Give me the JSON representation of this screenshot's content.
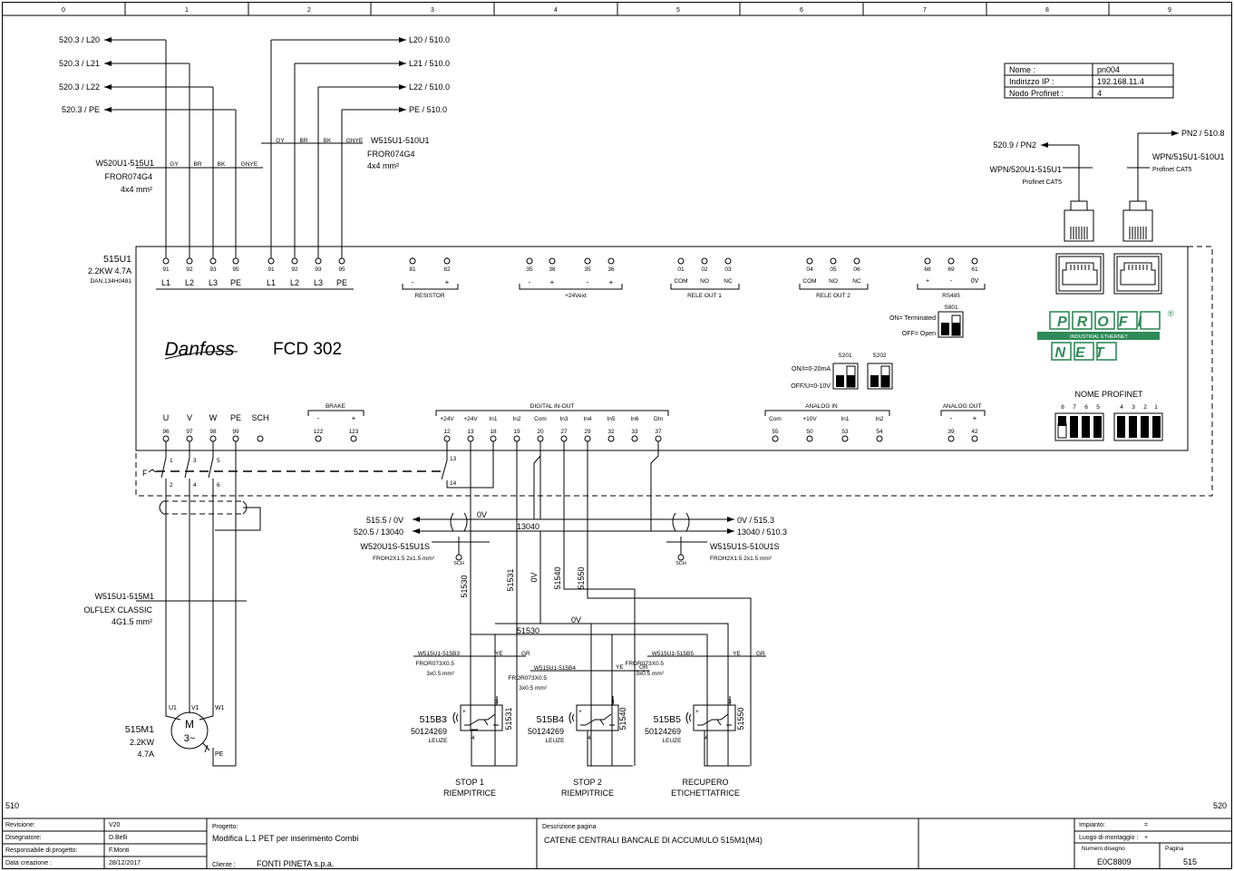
{
  "grid": {
    "columns": [
      "0",
      "1",
      "2",
      "3",
      "4",
      "5",
      "6",
      "7",
      "8",
      "9"
    ]
  },
  "supply": {
    "left_labels": [
      "520.3 / L20",
      "520.3 / L21",
      "520.3 / L22",
      "520.3 / PE"
    ],
    "right_labels": [
      "L20 / 510.0",
      "L21 / 510.0",
      "L22 / 510.0",
      "PE / 510.0"
    ],
    "cable_left": {
      "name": "W520U1-515U1",
      "type": "FROR074G4",
      "section": "4x4 mm²"
    },
    "cable_right": {
      "name": "W515U1-510U1",
      "type": "FROR074G4",
      "section": "4x4 mm²"
    },
    "cores": [
      "GY",
      "BR",
      "BK",
      "GNYE"
    ]
  },
  "info_table": {
    "rows": [
      {
        "label": "Nome :",
        "value": "pn004"
      },
      {
        "label": "Indirizzo IP :",
        "value": "192.168.11.4"
      },
      {
        "label": "Nodo Profinet :",
        "value": "4"
      }
    ]
  },
  "network": {
    "pn2_left": "520.9 / PN2",
    "pn2_right": "PN2 / 510.8",
    "cable_left": "WPN/520U1-515U1",
    "cable_right": "WPN/515U1-510U1",
    "cable_type": "Profinet CAT5"
  },
  "drive": {
    "tag": "515U1",
    "rating": "2.2KW 4.7A",
    "code": "DAN.134H0481",
    "brand": "Danfoss",
    "model": "FCD 302",
    "top_terms": [
      "91",
      "92",
      "93",
      "95",
      "91",
      "92",
      "93",
      "95"
    ],
    "top_names": [
      "L1",
      "L2",
      "L3",
      "PE",
      "L1",
      "L2",
      "L3",
      "PE"
    ],
    "resistor": {
      "nums": [
        "81",
        "82"
      ],
      "signs": [
        "-",
        "+"
      ],
      "label": "RESISTOR"
    },
    "vext": {
      "nums": [
        "35",
        "36",
        "35",
        "36"
      ],
      "signs": [
        "-",
        "+",
        "-",
        "+"
      ],
      "label": "+24Vext"
    },
    "rele1": {
      "nums": [
        "01",
        "02",
        "03"
      ],
      "names": [
        "COM",
        "NO",
        "NC"
      ],
      "label": "RELE OUT 1"
    },
    "rele2": {
      "nums": [
        "04",
        "05",
        "06"
      ],
      "names": [
        "COM",
        "NO",
        "NC"
      ],
      "label": "RELE OUT 2"
    },
    "rs485": {
      "nums": [
        "68",
        "69",
        "61"
      ],
      "names": [
        "+",
        "-",
        "0V"
      ],
      "label": "RS485"
    },
    "s801": {
      "label": "S801",
      "on": "ON= Terminated",
      "off": "OFF= Open"
    },
    "s201": "S201",
    "s202": "S202",
    "ai_mode_on": "ON/I=0-20mA",
    "ai_mode_off": "OFF/U=0-10V",
    "profinet_logo_top": "PROFI",
    "profinet_logo_sub": "INDUSTRIAL ETHERNET",
    "profinet_logo_bottom": "NET",
    "nome_profinet": "NOME PROFINET",
    "dip_numbers": [
      "8",
      "7",
      "6",
      "5",
      "4",
      "3",
      "2",
      "1"
    ],
    "bottom_names": [
      "U",
      "V",
      "W",
      "PE",
      "SCH"
    ],
    "bottom_nums": [
      "96",
      "97",
      "98",
      "99"
    ],
    "brake": {
      "label": "BRAKE",
      "signs": [
        "-",
        "+"
      ],
      "nums": [
        "122",
        "123"
      ]
    },
    "digital": {
      "label": "DIGITAL IN-OUT",
      "names": [
        "+24V",
        "+24V",
        "In1",
        "In2",
        "Com",
        "In3",
        "In4",
        "In5",
        "In6",
        "DIn"
      ],
      "nums": [
        "12",
        "13",
        "18",
        "19",
        "20",
        "27",
        "29",
        "32",
        "33",
        "37"
      ]
    },
    "analog_in": {
      "label": "ANALOG IN",
      "names": [
        "Com",
        "+10V",
        "In1",
        "In2"
      ],
      "nums": [
        "55",
        "50",
        "53",
        "54"
      ]
    },
    "analog_out": {
      "label": "ANALOG OUT",
      "signs": [
        "-",
        "+"
      ],
      "nums": [
        "39",
        "42"
      ]
    }
  },
  "breaker": {
    "tag": "F",
    "terms_top": [
      "1",
      "3",
      "5"
    ],
    "terms_bottom": [
      "2",
      "4",
      "6"
    ],
    "aux": [
      "13",
      "14"
    ]
  },
  "control": {
    "left_0v": "515.5 / 0V",
    "left_13040": "520.5 / 13040",
    "right_0v": "0V / 515.3",
    "right_13040": "13040 / 510.3",
    "cable_left": "W520U1S-515U1S",
    "cable_right": "W515U1S-510U1S",
    "cable_type": "FROH2X1.5 2x1.5 mm²",
    "sch": "SCH",
    "wire_0v": "0V",
    "wire_13040": "13040",
    "wires": [
      "51530",
      "51531",
      "0V",
      "51540",
      "51550"
    ],
    "bus_51530": "51530",
    "bus_0v": "0V"
  },
  "motor": {
    "cable": "W515U1-515M1",
    "type": "OLFLEX CLASSIC",
    "section": "4G1.5 mm²",
    "tag": "515M1",
    "power": "2.2KW",
    "current": "4.7A",
    "terms": [
      "U1",
      "V1",
      "W1",
      "PE"
    ],
    "symbol_top": "M",
    "symbol_bottom": "3~"
  },
  "sensors": [
    {
      "cable": "W515U1-515B3",
      "type": "FROR073X0.5",
      "section": "3x0.5 mm²",
      "tag": "515B3",
      "code": "50124269",
      "brand": "LEUZE",
      "wire": "51531",
      "caption1": "STOP 1",
      "caption2": "RIEMPITRICE"
    },
    {
      "cable": "W515U1-515B4",
      "type": "FROR073X0.5",
      "section": "3x0.5 mm²",
      "tag": "515B4",
      "code": "50124269",
      "brand": "LEUZE",
      "wire": "51540",
      "caption1": "STOP 2",
      "caption2": "RIEMPITRICE"
    },
    {
      "cable": "W515U1-515B5",
      "type": "FROR073X0.5",
      "section": "3x0.5 mm²",
      "tag": "515B5",
      "code": "50124269",
      "brand": "LEUZE",
      "wire": "51550",
      "caption1": "RECUPERO",
      "caption2": "ETICHETTATRICE"
    }
  ],
  "core_colors": [
    "YE",
    "GR"
  ],
  "page_refs": {
    "prev": "510",
    "next": "520"
  },
  "title_block": {
    "revisione_label": "Revisione:",
    "revisione": "V20",
    "disegnatore_label": "Disegnatore:",
    "disegnatore": "D.Belli",
    "responsabile_label": "Responsabile di progetto:",
    "responsabile": "F.Monti",
    "data_label": "Data creazione :",
    "data": "28/12/2017",
    "progetto_label": "Progetto:",
    "progetto": "Modifica L.1 PET per inserimento Combi",
    "cliente_label": "Cliente :",
    "cliente": "FONTI PINETA s.p.a.",
    "descrizione_label": "Descrizione pagina",
    "descrizione": "CATENE CENTRALI BANCALE DI ACCUMULO 515M1(M4)",
    "impianto_label": "Impianto:",
    "impianto": "=",
    "luogo_label": "Luogo di montaggio :",
    "luogo": "+",
    "numero_label": "Numero disegno",
    "numero": "E0C8809",
    "pagina_label": "Pagina",
    "pagina": "515"
  }
}
